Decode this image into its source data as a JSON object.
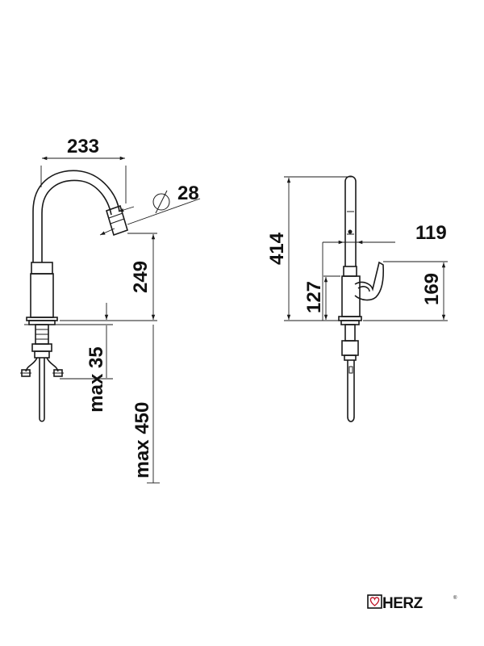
{
  "dimensions": {
    "spout_reach": "233",
    "spray_diameter": "28",
    "spout_height": "249",
    "max_counter_thickness": "max 35",
    "max_hose_length": "max 450",
    "total_height": "414",
    "lever_reach": "119",
    "base_to_lever": "127",
    "lever_height": "169"
  },
  "brand": {
    "name": "HERZ",
    "logo_text": "HERZ",
    "registered_mark": "®",
    "icon": "heart-icon",
    "color": "#111111"
  }
}
